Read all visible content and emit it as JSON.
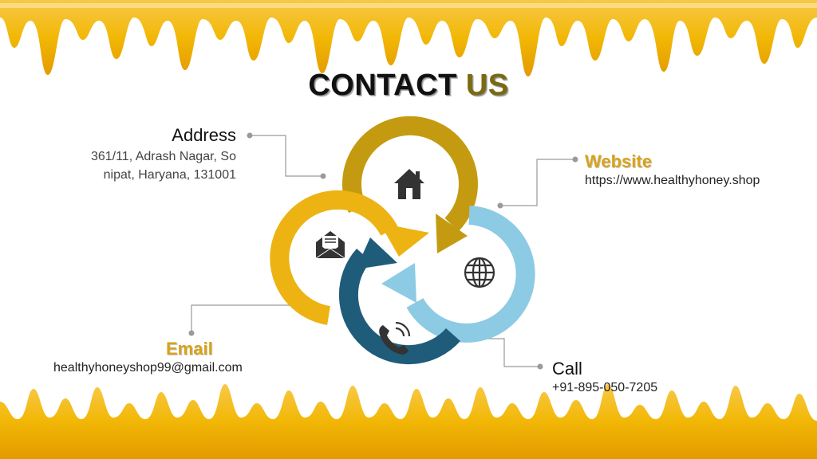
{
  "title": {
    "word1": "CONTACT",
    "word2": "US"
  },
  "address": {
    "label": "Address",
    "line1": "361/11, Adrash Nagar, So",
    "line2": "nipat, Haryana, 131001"
  },
  "website": {
    "label": "Website",
    "value": "https://www.healthyhoney.shop"
  },
  "email": {
    "label": "Email",
    "value": "healthyhoneyshop99@gmail.com"
  },
  "call": {
    "label": "Call",
    "value": "+91-895-050-7205"
  },
  "colors": {
    "honey": "#f2b705",
    "olive_ring": "#c49b10",
    "blue_ring": "#8ccbe3",
    "amber_ring": "#ecb313",
    "teal_ring": "#1f5c7a"
  },
  "icons": [
    "home-icon",
    "globe-icon",
    "envelope-icon",
    "phone-icon"
  ]
}
